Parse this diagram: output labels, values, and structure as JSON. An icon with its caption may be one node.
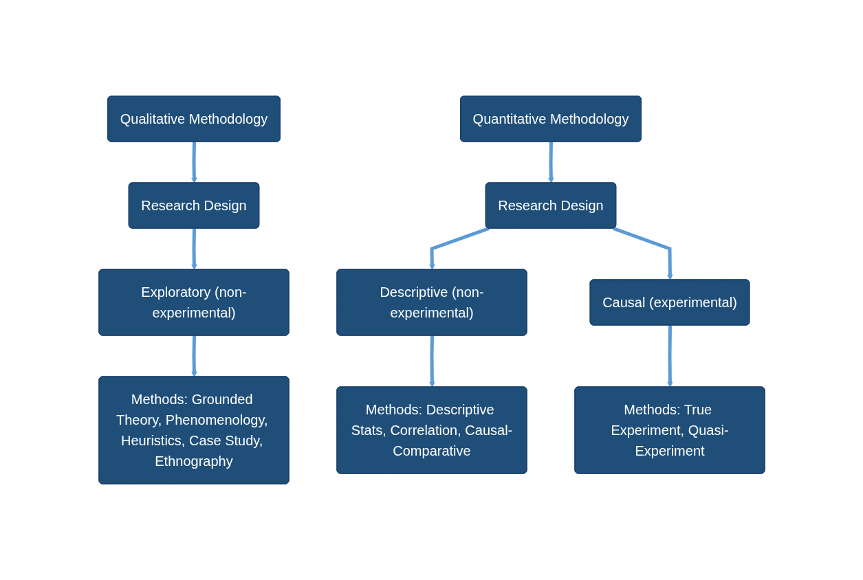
{
  "diagram": {
    "nodes": [
      {
        "text": [
          "Qualitative Methodology"
        ]
      },
      {
        "text": [
          "Research Design"
        ]
      },
      {
        "text": [
          "Exploratory (non-experimental)"
        ]
      },
      {
        "text": [
          "Methods: Grounded Theory, Phenomenology, Heuristics, Case Study, Ethnography"
        ]
      },
      {
        "text": [
          "Quantitative Methodology"
        ]
      },
      {
        "text": [
          "Research Design"
        ]
      },
      {
        "text": [
          "Descriptive (non-experimental)"
        ]
      },
      {
        "text": [
          "Causal (experimental)"
        ]
      },
      {
        "text": [
          "Methods: Descriptive Stats, Correlation, Causal-Comparative"
        ]
      },
      {
        "text": [
          "Methods: True Experiment, Quasi-Experiment"
        ]
      }
    ],
    "edges": [
      {
        "from": 0,
        "to": 1,
        "arrow": "to"
      },
      {
        "from": 1,
        "to": 2,
        "arrow": "to"
      },
      {
        "from": 2,
        "to": 3,
        "arrow": "to"
      },
      {
        "from": 4,
        "to": 5,
        "arrow": "to"
      },
      {
        "from": 5,
        "to": 6,
        "arrow": "to"
      },
      {
        "from": 5,
        "to": 7,
        "arrow": "to"
      },
      {
        "from": 6,
        "to": 8,
        "arrow": "to"
      },
      {
        "from": 7,
        "to": 9,
        "arrow": "to"
      }
    ]
  }
}
